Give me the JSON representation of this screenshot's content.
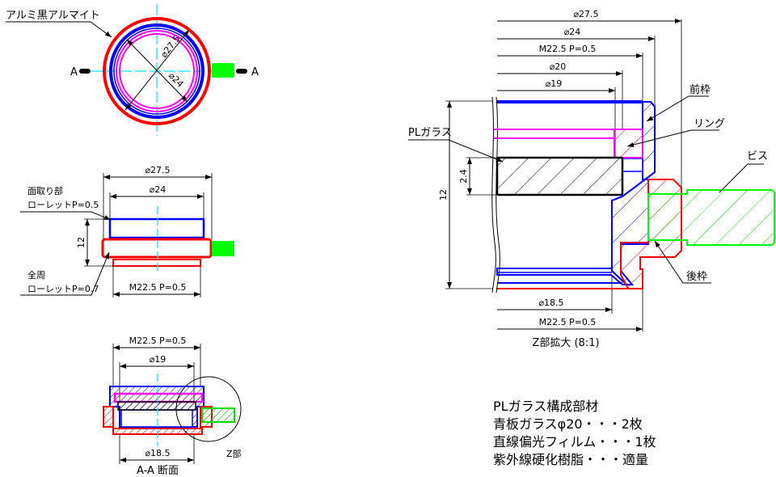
{
  "top_view": {
    "finish_label": "アルミ黒アルマイト",
    "section_mark_left": "A",
    "section_mark_right": "A",
    "dim_outer": "⌀27.5",
    "dim_inner": "⌀24"
  },
  "side_view": {
    "dim_outer": "⌀27.5",
    "dim_inner": "⌀24",
    "dim_height": "12",
    "dim_thread": "M22.5 P=0.5",
    "note_chamfer_1": "面取り部",
    "note_chamfer_2": "ローレットP=0.5",
    "note_full_1": "全周",
    "note_full_2": "ローレットP=0.7"
  },
  "section_view": {
    "dim_thread": "M22.5 P=0.5",
    "dim_19": "⌀19",
    "dim_18_5": "⌀18.5",
    "detail_label": "Z部",
    "caption": "A-A 断面"
  },
  "detail_view": {
    "dim_27_5": "⌀27.5",
    "dim_24": "⌀24",
    "dim_thread_top": "M22.5 P=0.5",
    "dim_20": "⌀20",
    "dim_19": "⌀19",
    "dim_height": "12",
    "dim_glass": "2.4",
    "dim_18_5": "⌀18.5",
    "dim_thread_bottom": "M22.5 P=0.5",
    "label_front_frame": "前枠",
    "label_ring": "リング",
    "label_pl_glass": "PLガラス",
    "label_screw": "ビス",
    "label_rear_frame": "後枠",
    "caption": "Z部拡大 (8:1)"
  },
  "notes": {
    "title": "PLガラス構成部材",
    "items": [
      "青板ガラスφ20・・・2枚",
      "直線偏光フィルム・・・1枚",
      "紫外線硬化樹脂・・・適量"
    ]
  },
  "colors": {
    "front_frame": "#0000ff",
    "rear_frame": "#ff0000",
    "ring": "#ff00ff",
    "screw": "#00ff00",
    "centerline": "#00e5ff"
  }
}
